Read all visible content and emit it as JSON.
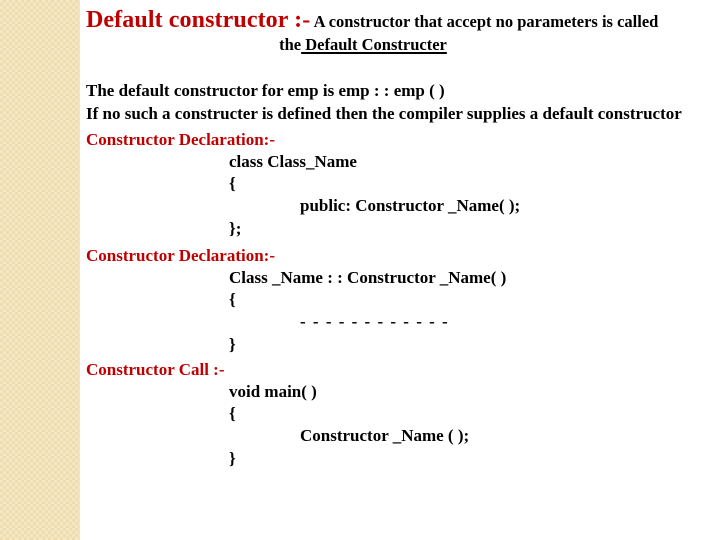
{
  "slide": {
    "accent_red": "#c00000",
    "text_black": "#000000",
    "background": "#ffffff",
    "band_color": "#f6e7c4",
    "title": {
      "heading_red": "Default constructor :-",
      "definition_part1": " A constructor that accept no parameters is called",
      "definition_part2_prefix": "the",
      "definition_part2_emphasis": " Default Constructer "
    },
    "body_lines": [
      "The default constructor for emp is emp : : emp ( )",
      "If no such a constructer is defined then the compiler supplies a default constructor"
    ],
    "sections": [
      {
        "heading": "Constructor Declaration:-",
        "lines": [
          {
            "text": "class Class_Name",
            "indent": 1
          },
          {
            "text": "{",
            "indent": 1
          },
          {
            "text": "public: Constructor _Name( );",
            "indent": 2
          },
          {
            "text": "};",
            "indent": 1
          }
        ]
      },
      {
        "heading": "Constructor Declaration:-",
        "lines": [
          {
            "text": "Class _Name : : Constructor _Name( )",
            "indent": 1
          },
          {
            "text": "{",
            "indent": 1
          },
          {
            "text": "- - - - - - - - - - - -",
            "indent": 2
          },
          {
            "text": "}",
            "indent": 1
          }
        ]
      },
      {
        "heading": "Constructor Call :-",
        "lines": [
          {
            "text": "void main( )",
            "indent": 1
          },
          {
            "text": "{",
            "indent": 1
          },
          {
            "text": "Constructor _Name ( );",
            "indent": 2
          },
          {
            "text": "}",
            "indent": 1
          }
        ]
      }
    ]
  }
}
